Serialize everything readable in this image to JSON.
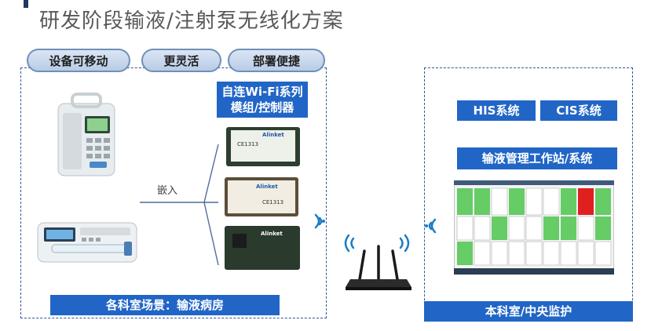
{
  "title": "研发阶段输液/注射泵无线化方案",
  "pills": [
    "设备可移动",
    "更灵活",
    "部署便捷"
  ],
  "module_caption_line1": "自连Wi-Fi系列",
  "module_caption_line2": "模组/控制器",
  "embed_label": "嵌入",
  "left_footer": "各科室场景：输液病房",
  "his_label": "HIS系统",
  "cis_label": "CIS系统",
  "workstation_label": "输液管理工作站/系统",
  "right_footer": "本科室/中央监护",
  "module_texts": {
    "m1_brand": "Alinket",
    "m1_id": "CE1313",
    "m2_brand": "Alinket",
    "m2_id": "CE1313",
    "m3_brand": "Alinket"
  },
  "colors": {
    "accent_blue": "#2166c6",
    "dash_blue": "#2f5597",
    "wifi_blue": "#1a7dc4",
    "monitor_green": "#66cc66",
    "monitor_red": "#e02020"
  },
  "icons": [
    "infusion-pump-icon",
    "syringe-pump-icon",
    "wifi-icon",
    "router-icon",
    "monitor-screen-icon"
  ]
}
